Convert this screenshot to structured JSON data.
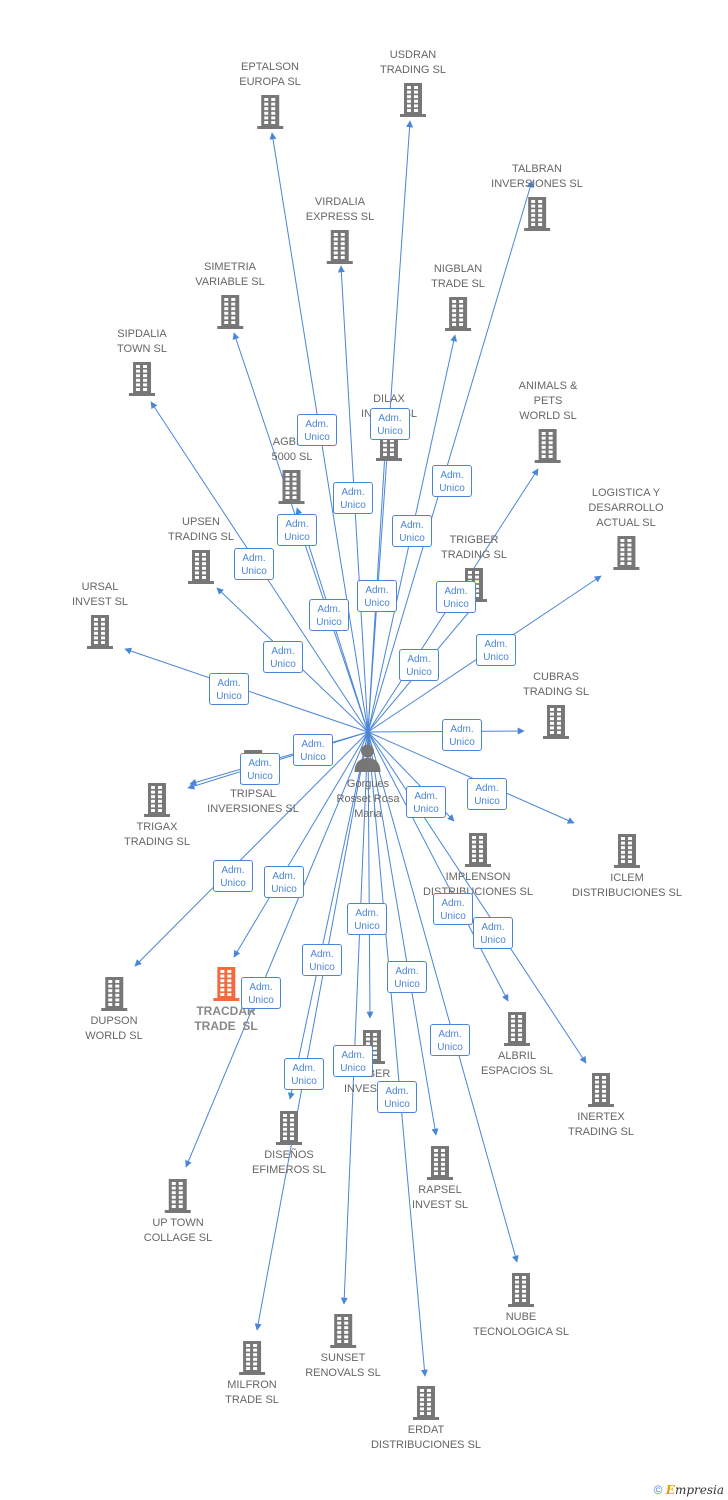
{
  "colors": {
    "edge": "#4a86d6",
    "building": "#777777",
    "highlight": "#f26a3d",
    "text": "#666666"
  },
  "edge_label": "Adm.\nUnico",
  "person": {
    "name": "Gorgues\nRosset Rosa\nMaria",
    "icon": "person-icon"
  },
  "companies": [
    {
      "id": "eptalson",
      "name": "EPTALSON\nEUROPA SL",
      "icon": "building-icon"
    },
    {
      "id": "usdran",
      "name": "USDRAN\nTRADING SL",
      "icon": "building-icon"
    },
    {
      "id": "talbran",
      "name": "TALBRAN\nINVERSIONES SL",
      "icon": "building-icon"
    },
    {
      "id": "virdalia",
      "name": "VIRDALIA\nEXPRESS SL",
      "icon": "building-icon"
    },
    {
      "id": "simetria",
      "name": "SIMETRIA\nVARIABLE SL",
      "icon": "building-icon"
    },
    {
      "id": "nigblan",
      "name": "NIGBLAN\nTRADE SL",
      "icon": "building-icon"
    },
    {
      "id": "sipdalia",
      "name": "SIPDALIA\nTOWN SL",
      "icon": "building-icon"
    },
    {
      "id": "dilax",
      "name": "DILAX\nINVEST SL",
      "icon": "building-icon"
    },
    {
      "id": "animals",
      "name": "ANIMALS &\nPETS\nWORLD SL",
      "icon": "building-icon"
    },
    {
      "id": "agber",
      "name": "AGBER\n5000 SL",
      "icon": "building-icon"
    },
    {
      "id": "logistica",
      "name": "LOGISTICA Y\nDESARROLLO\nACTUAL SL",
      "icon": "building-icon"
    },
    {
      "id": "upsen",
      "name": "UPSEN\nTRADING SL",
      "icon": "building-icon"
    },
    {
      "id": "trigber",
      "name": "TRIGBER\nTRADING SL",
      "icon": "building-icon"
    },
    {
      "id": "ursal",
      "name": "URSAL\nINVEST SL",
      "icon": "building-icon"
    },
    {
      "id": "cubras",
      "name": "CUBRAS\nTRADING SL",
      "icon": "building-icon"
    },
    {
      "id": "tripsal",
      "name": "TRIPSAL\nINVERSIONES SL",
      "icon": "building-icon"
    },
    {
      "id": "trigax",
      "name": "TRIGAX\nTRADING SL",
      "icon": "building-icon"
    },
    {
      "id": "implenson",
      "name": "IMPLENSON\nDISTRIBUCIONES SL",
      "icon": "building-icon"
    },
    {
      "id": "iclem",
      "name": "ICLEM\nDISTRIBUCIONES SL",
      "icon": "building-icon"
    },
    {
      "id": "dupson",
      "name": "DUPSON\nWORLD SL",
      "icon": "building-icon"
    },
    {
      "id": "tracdar",
      "name": "TRACDAR\nTRADE  SL",
      "icon": "building-icon",
      "highlight": true
    },
    {
      "id": "albril",
      "name": "ALBRIL\nESPACIOS SL",
      "icon": "building-icon"
    },
    {
      "id": "jober",
      "name": "JOBER\nINVEST SL",
      "icon": "building-icon"
    },
    {
      "id": "inertex",
      "name": "INERTEX\nTRADING SL",
      "icon": "building-icon"
    },
    {
      "id": "disenos",
      "name": "DISEÑOS\nEFIMEROS SL",
      "icon": "building-icon"
    },
    {
      "id": "rapsel",
      "name": "RAPSEL\nINVEST SL",
      "icon": "building-icon"
    },
    {
      "id": "uptown",
      "name": "UP TOWN\nCOLLAGE SL",
      "icon": "building-icon"
    },
    {
      "id": "nube",
      "name": "NUBE\nTECNOLOGICA SL",
      "icon": "building-icon"
    },
    {
      "id": "milfron",
      "name": "MILFRON\nTRADE SL",
      "icon": "building-icon"
    },
    {
      "id": "sunset",
      "name": "SUNSET\nRENOVALS SL",
      "icon": "building-icon"
    },
    {
      "id": "erdat",
      "name": "ERDAT\nDISTRIBUCIONES SL",
      "icon": "building-icon"
    }
  ],
  "footer": {
    "copyright_symbol": "©",
    "brand_first": "E",
    "brand_rest": "mpresia"
  }
}
